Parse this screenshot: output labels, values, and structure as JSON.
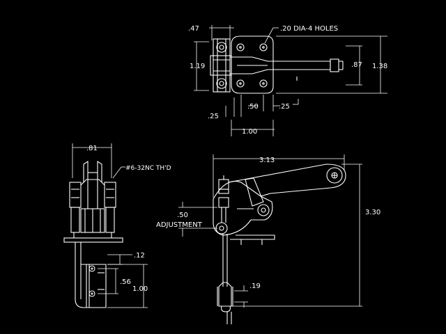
{
  "colors": {
    "background": "#000000",
    "linework": "#ffffff"
  },
  "top_view": {
    "dim_047": ".47",
    "dim_119": "1.19",
    "dim_025_left": ".25",
    "dim_050": ".50",
    "dim_025_right": ".25",
    "dim_100": "1.00",
    "dim_087": ".87",
    "dim_138": "1.38",
    "holes_note": ".20 DIA-4 HOLES"
  },
  "end_view": {
    "dim_081": ".81",
    "thread_note": "#6-32NC TH'D",
    "dim_012": ".12",
    "dim_056": ".56",
    "dim_100": "1.00"
  },
  "side_view": {
    "dim_313": "3.13",
    "dim_330": "3.30",
    "adjust_value": ".50",
    "adjust_label": "ADJUSTMENT",
    "dim_019": ".19"
  }
}
